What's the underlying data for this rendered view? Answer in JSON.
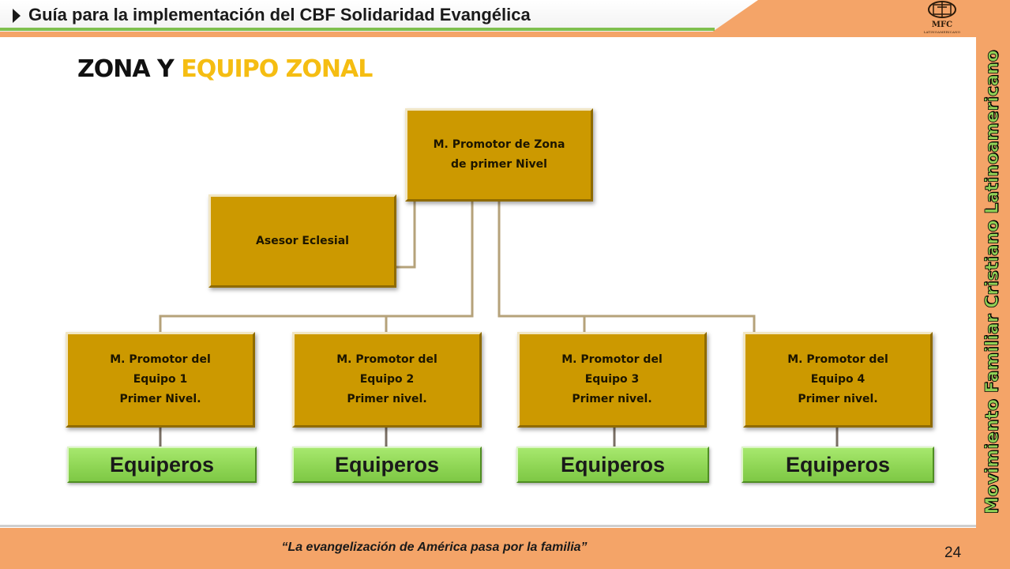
{
  "header": {
    "title": "Guía para la implementación del CBF Solidaridad Evangélica",
    "logo_text": "MFC",
    "logo_subtext": "LATINOAMERICANO"
  },
  "side_label": "Movimiento Familiar Cristiano Latinoamericano",
  "slide": {
    "title_part1": "ZONA Y",
    "title_part2": "EQUIPO ZONAL"
  },
  "org_chart": {
    "top": "M. Promotor de Zona\nde primer Nivel",
    "advisor": "Asesor Eclesial",
    "teams": [
      {
        "label": "M. Promotor del\nEquipo 1\nPrimer Nivel.",
        "member_label": "Equiperos"
      },
      {
        "label": "M. Promotor del\nEquipo 2\nPrimer nivel.",
        "member_label": "Equiperos"
      },
      {
        "label": "M. Promotor del\nEquipo 3\nPrimer nivel.",
        "member_label": "Equiperos"
      },
      {
        "label": "M. Promotor del\nEquipo 4\nPrimer nivel.",
        "member_label": "Equiperos"
      }
    ]
  },
  "colors": {
    "band": "#f4a468",
    "node": "#cc9900",
    "member_bar": "#8fd655",
    "title_accent": "#f5bd12"
  },
  "footer": {
    "quote": "“La evangelización de América pasa por la familia”",
    "page_number": "24"
  }
}
